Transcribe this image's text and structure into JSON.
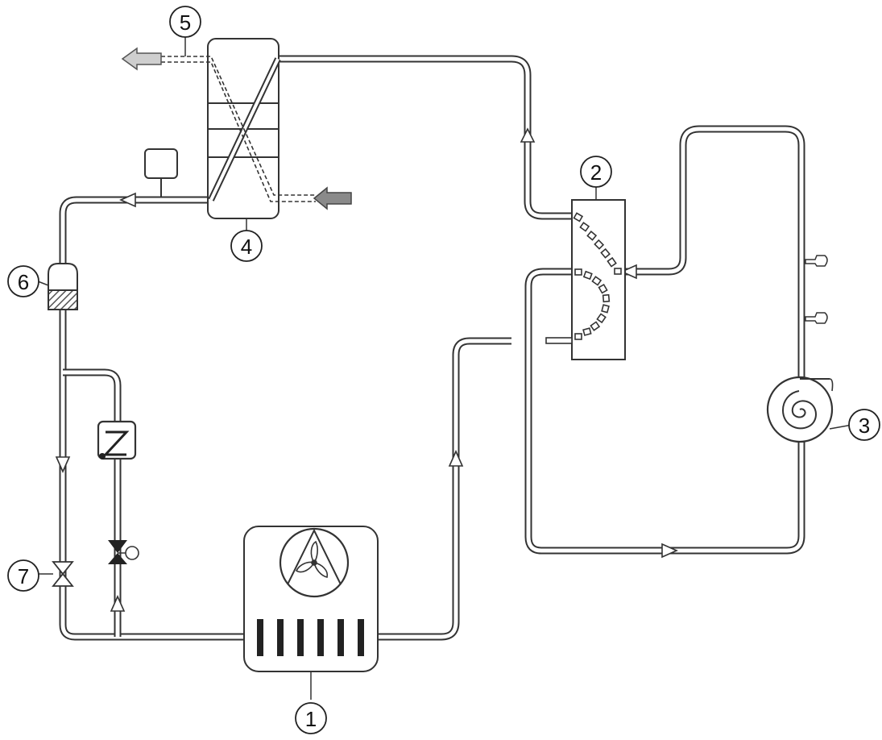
{
  "callouts": [
    {
      "id": "fan-unit",
      "label": "1"
    },
    {
      "id": "heat-exchanger",
      "label": "2"
    },
    {
      "id": "compressor",
      "label": "3"
    },
    {
      "id": "water-heat-exchanger",
      "label": "4"
    },
    {
      "id": "water-flow",
      "label": "5"
    },
    {
      "id": "receiver",
      "label": "6"
    },
    {
      "id": "valve",
      "label": "7"
    }
  ],
  "colors": {
    "line": "#333333",
    "water_out_arrow": "#cfcfcf",
    "water_in_arrow": "#8a8a8a",
    "receiver_hatch": "#555555"
  },
  "icons": [
    "fan-icon",
    "spiral-compressor-icon",
    "expansion-valve-icon",
    "solenoid-valve-icon",
    "sensor-icon"
  ]
}
